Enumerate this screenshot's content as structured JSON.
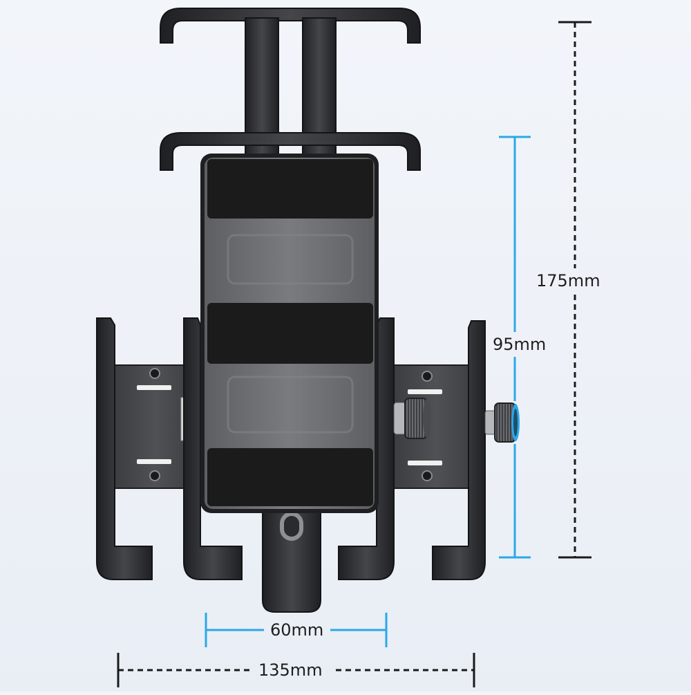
{
  "dimensions": {
    "total_height": "175mm",
    "phone_height": "95mm",
    "clamp_width": "60mm",
    "total_width": "135mm"
  },
  "colors": {
    "background": "#eef2f7",
    "accent_blue": "#2aa8e8",
    "dim_dark": "#1a1a1a",
    "frame_dark": "#2c2d30",
    "frame_mid": "#3a3b3f",
    "phone_plate": "#707174",
    "pad_black": "#1b1b1c"
  },
  "icons": {
    "knob_left": "knurled-knob-icon",
    "knob_right": "knurled-knob-icon"
  }
}
